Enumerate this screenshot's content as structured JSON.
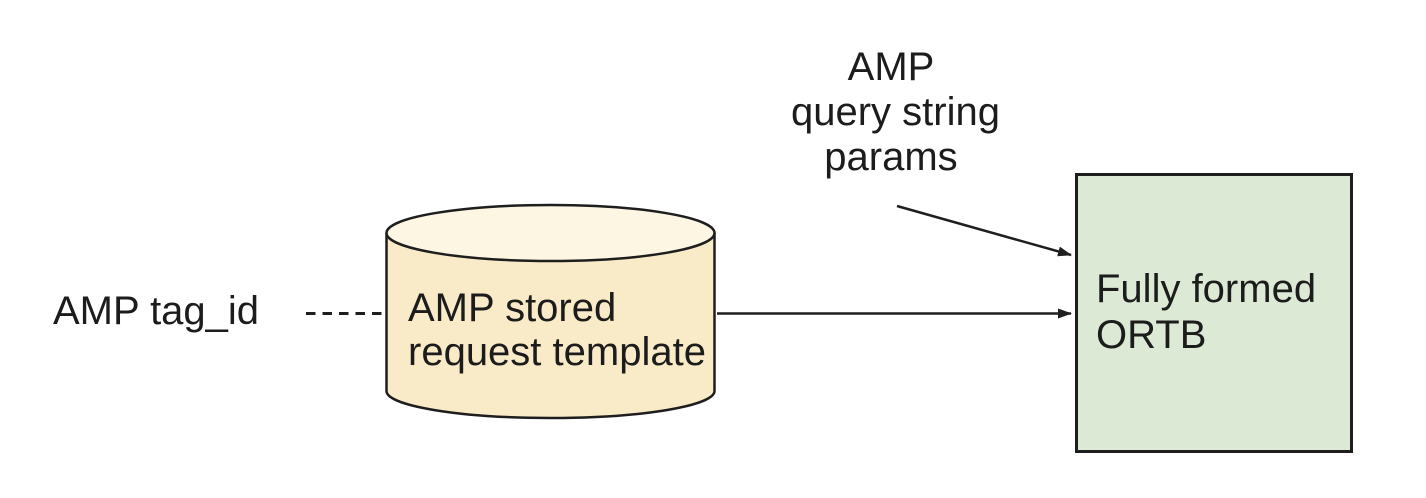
{
  "diagram": {
    "background_color": "#ffffff",
    "stroke_color": "#1e1e1e",
    "text_color": "#1c1c1c",
    "tag_id": {
      "label": "AMP tag_id"
    },
    "stored_request": {
      "shape": "cylinder",
      "lines": [
        "AMP stored",
        "request template"
      ],
      "body_fill": "#faebc8",
      "top_fill": "#fdf6e3"
    },
    "query_string_annotation": {
      "lines": [
        "AMP",
        "query string",
        "params"
      ]
    },
    "ortb": {
      "shape": "rectangle",
      "lines": [
        "Fully formed",
        "ORTB"
      ],
      "fill": "#dce9d5"
    },
    "connectors": {
      "tagid_to_template": "dashed-line",
      "template_to_ortb": "solid-arrow",
      "params_to_ortb": "solid-arrow"
    }
  }
}
